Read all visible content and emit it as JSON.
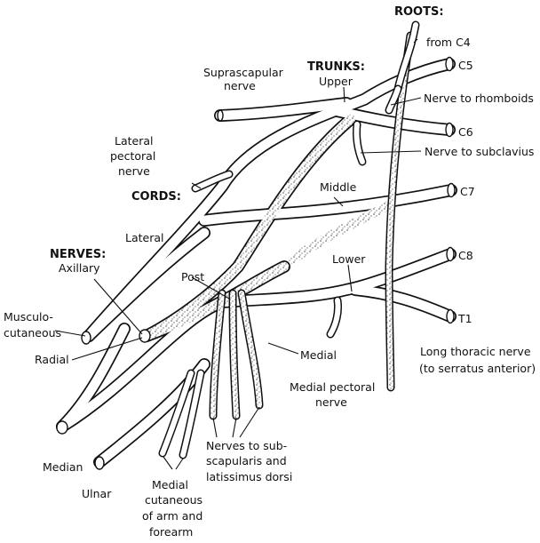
{
  "headings": {
    "roots": "ROOTS:",
    "trunks": "TRUNKS:",
    "cords": "CORDS:",
    "nerves": "NERVES:"
  },
  "roots": {
    "c4": "from C4",
    "c5": "C5",
    "c6": "C6",
    "c7": "C7",
    "c8": "C8",
    "t1": "T1"
  },
  "trunks": {
    "upper": "Upper",
    "middle": "Middle",
    "lower": "Lower"
  },
  "cords": {
    "lateral": "Lateral",
    "post": "Post",
    "medial": "Medial"
  },
  "branches": {
    "suprascapular": [
      "Suprascapular",
      "nerve"
    ],
    "lateral_pectoral": [
      "Lateral",
      "pectoral",
      "nerve"
    ],
    "rhomboids": "Nerve to rhomboids",
    "subclavius": "Nerve to subclavius",
    "long_thoracic": [
      "Long thoracic nerve",
      "(to serratus anterior)"
    ],
    "medial_pectoral": [
      "Medial pectoral",
      "nerve"
    ],
    "subscapular": [
      "Nerves to sub-",
      "scapularis and",
      "latissimus dorsi"
    ],
    "medial_cutaneous": [
      "Medial",
      "cutaneous",
      "of arm and",
      "forearm"
    ]
  },
  "nerves": {
    "axillary": "Axillary",
    "musculocutaneous": [
      "Musculo-",
      "cutaneous"
    ],
    "radial": "Radial",
    "median": "Median",
    "ulnar": "Ulnar"
  }
}
